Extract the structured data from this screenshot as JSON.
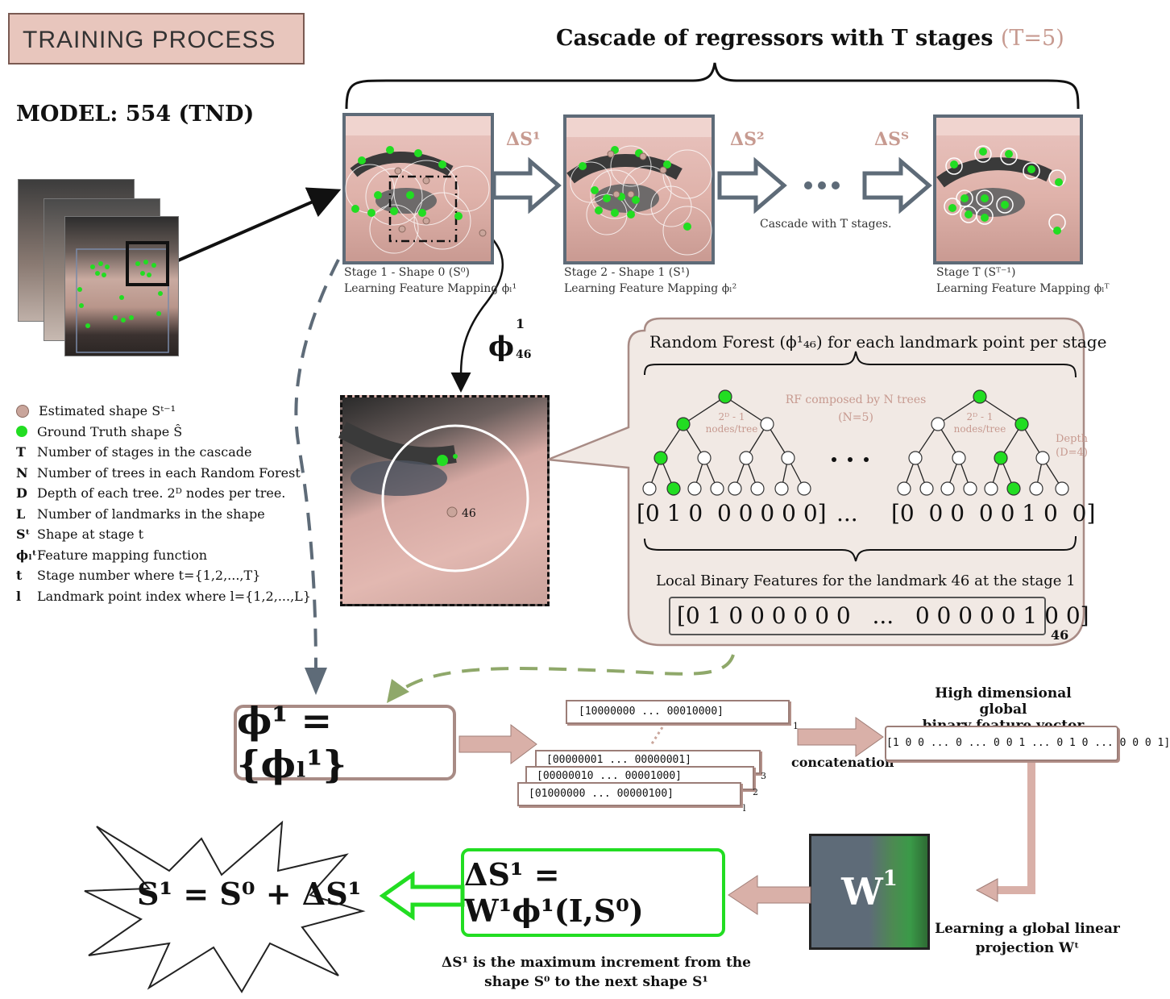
{
  "header": {
    "title": "TRAINING PROCESS",
    "model": "MODEL: 554 (TND)"
  },
  "cascade": {
    "title": "Cascade of regressors with T stages",
    "t_value": "(T=5)",
    "middle_label": "Cascade with T stages.",
    "stages": [
      {
        "caption1": "Stage 1 - Shape 0 (S⁰)",
        "caption2": "Learning Feature Mapping ϕₗ¹"
      },
      {
        "caption1": "Stage 2 - Shape 1 (S¹)",
        "caption2": "Learning Feature Mapping ϕₗ²"
      },
      {
        "caption1": "Stage T (Sᵀ⁻¹)",
        "caption2": "Learning Feature Mapping ϕₗᵀ"
      }
    ],
    "arrows": [
      "ΔS¹",
      "ΔS²",
      "ΔSᵀ"
    ],
    "phi_label": "ϕ",
    "phi_sup": "1",
    "phi_sub": "46"
  },
  "legend": [
    {
      "symbol": "",
      "text": "Estimated shape Sᵗ⁻¹"
    },
    {
      "symbol": "",
      "text": "Ground Truth shape Ŝ"
    },
    {
      "symbol": "T",
      "text": "Number of stages in the cascade"
    },
    {
      "symbol": "N",
      "text": "Number of trees in each Random Forest"
    },
    {
      "symbol": "D",
      "text": "Depth of each tree. 2ᴰ nodes per tree."
    },
    {
      "symbol": "L",
      "text": "Number of landmarks in the shape"
    },
    {
      "symbol": "Sᵗ",
      "text": "Shape at stage t"
    },
    {
      "symbol": "ϕₗᵗ",
      "text": "Feature mapping function"
    },
    {
      "symbol": "t",
      "text": "Stage number where t={1,2,...,T}"
    },
    {
      "symbol": "l",
      "text": "Landmark point index where l={1,2,...,L}"
    }
  ],
  "closeup": {
    "landmark_label": "46"
  },
  "forest": {
    "title": "Random Forest (ϕ¹₄₆) for each landmark point per stage",
    "rf_note1": "RF composed by N trees",
    "rf_note2": "(N=5)",
    "nodes_label1": "2ᴰ - 1",
    "nodes_label2": "nodes/tree",
    "depth1": "Depth",
    "depth2": "(D=4)",
    "vec_left": "[0 1 0  0 0 0 0 0]",
    "vec_dots": "...",
    "vec_right": "[0  0 0  0 0 1 0  0]",
    "lbf_title": "Local Binary Features for the landmark 46 at the stage 1",
    "lbf_vec": "[0 1 0 0 0 0 0 0   ...   0 0 0 0 0 1 0 0]",
    "lbf_sub": "46"
  },
  "phi_eq": "ϕ¹ = {ϕₗ¹}",
  "vectors": {
    "v1": "[10000000  ...  00010000]",
    "v1_sub": "1",
    "v2": "[00000001  ...  00000001]",
    "v3": "[00000010  ...  00001000]",
    "v3_sub": "3",
    "v4": "[01000000  ...  00000100]",
    "v4_sub": "2",
    "v5_sub": "l",
    "concat": "concatenation",
    "global_title1": "High dimensional global",
    "global_title2": "binary feature vector",
    "global_vec": "[1 0 0 ... 0 ... 0 0 1 ... 0 1 0 ... 0 0 0 1]"
  },
  "projection": {
    "w_label": "W",
    "w_sup": "1",
    "caption1": "Learning a global linear",
    "caption2": "projection Wᵗ"
  },
  "delta_eq": "ΔS¹ = W¹ϕ¹(I,S⁰)",
  "delta_note1": "ΔS¹ is the maximum increment from the",
  "delta_note2": "shape S⁰ to the next shape S¹",
  "final_eq": "S¹ = S⁰ + ΔS¹",
  "colors": {
    "green": "#22dd22",
    "estimated": "#c9a59b",
    "arrow": "#d9b0a8",
    "frame": "#5e6b78"
  }
}
